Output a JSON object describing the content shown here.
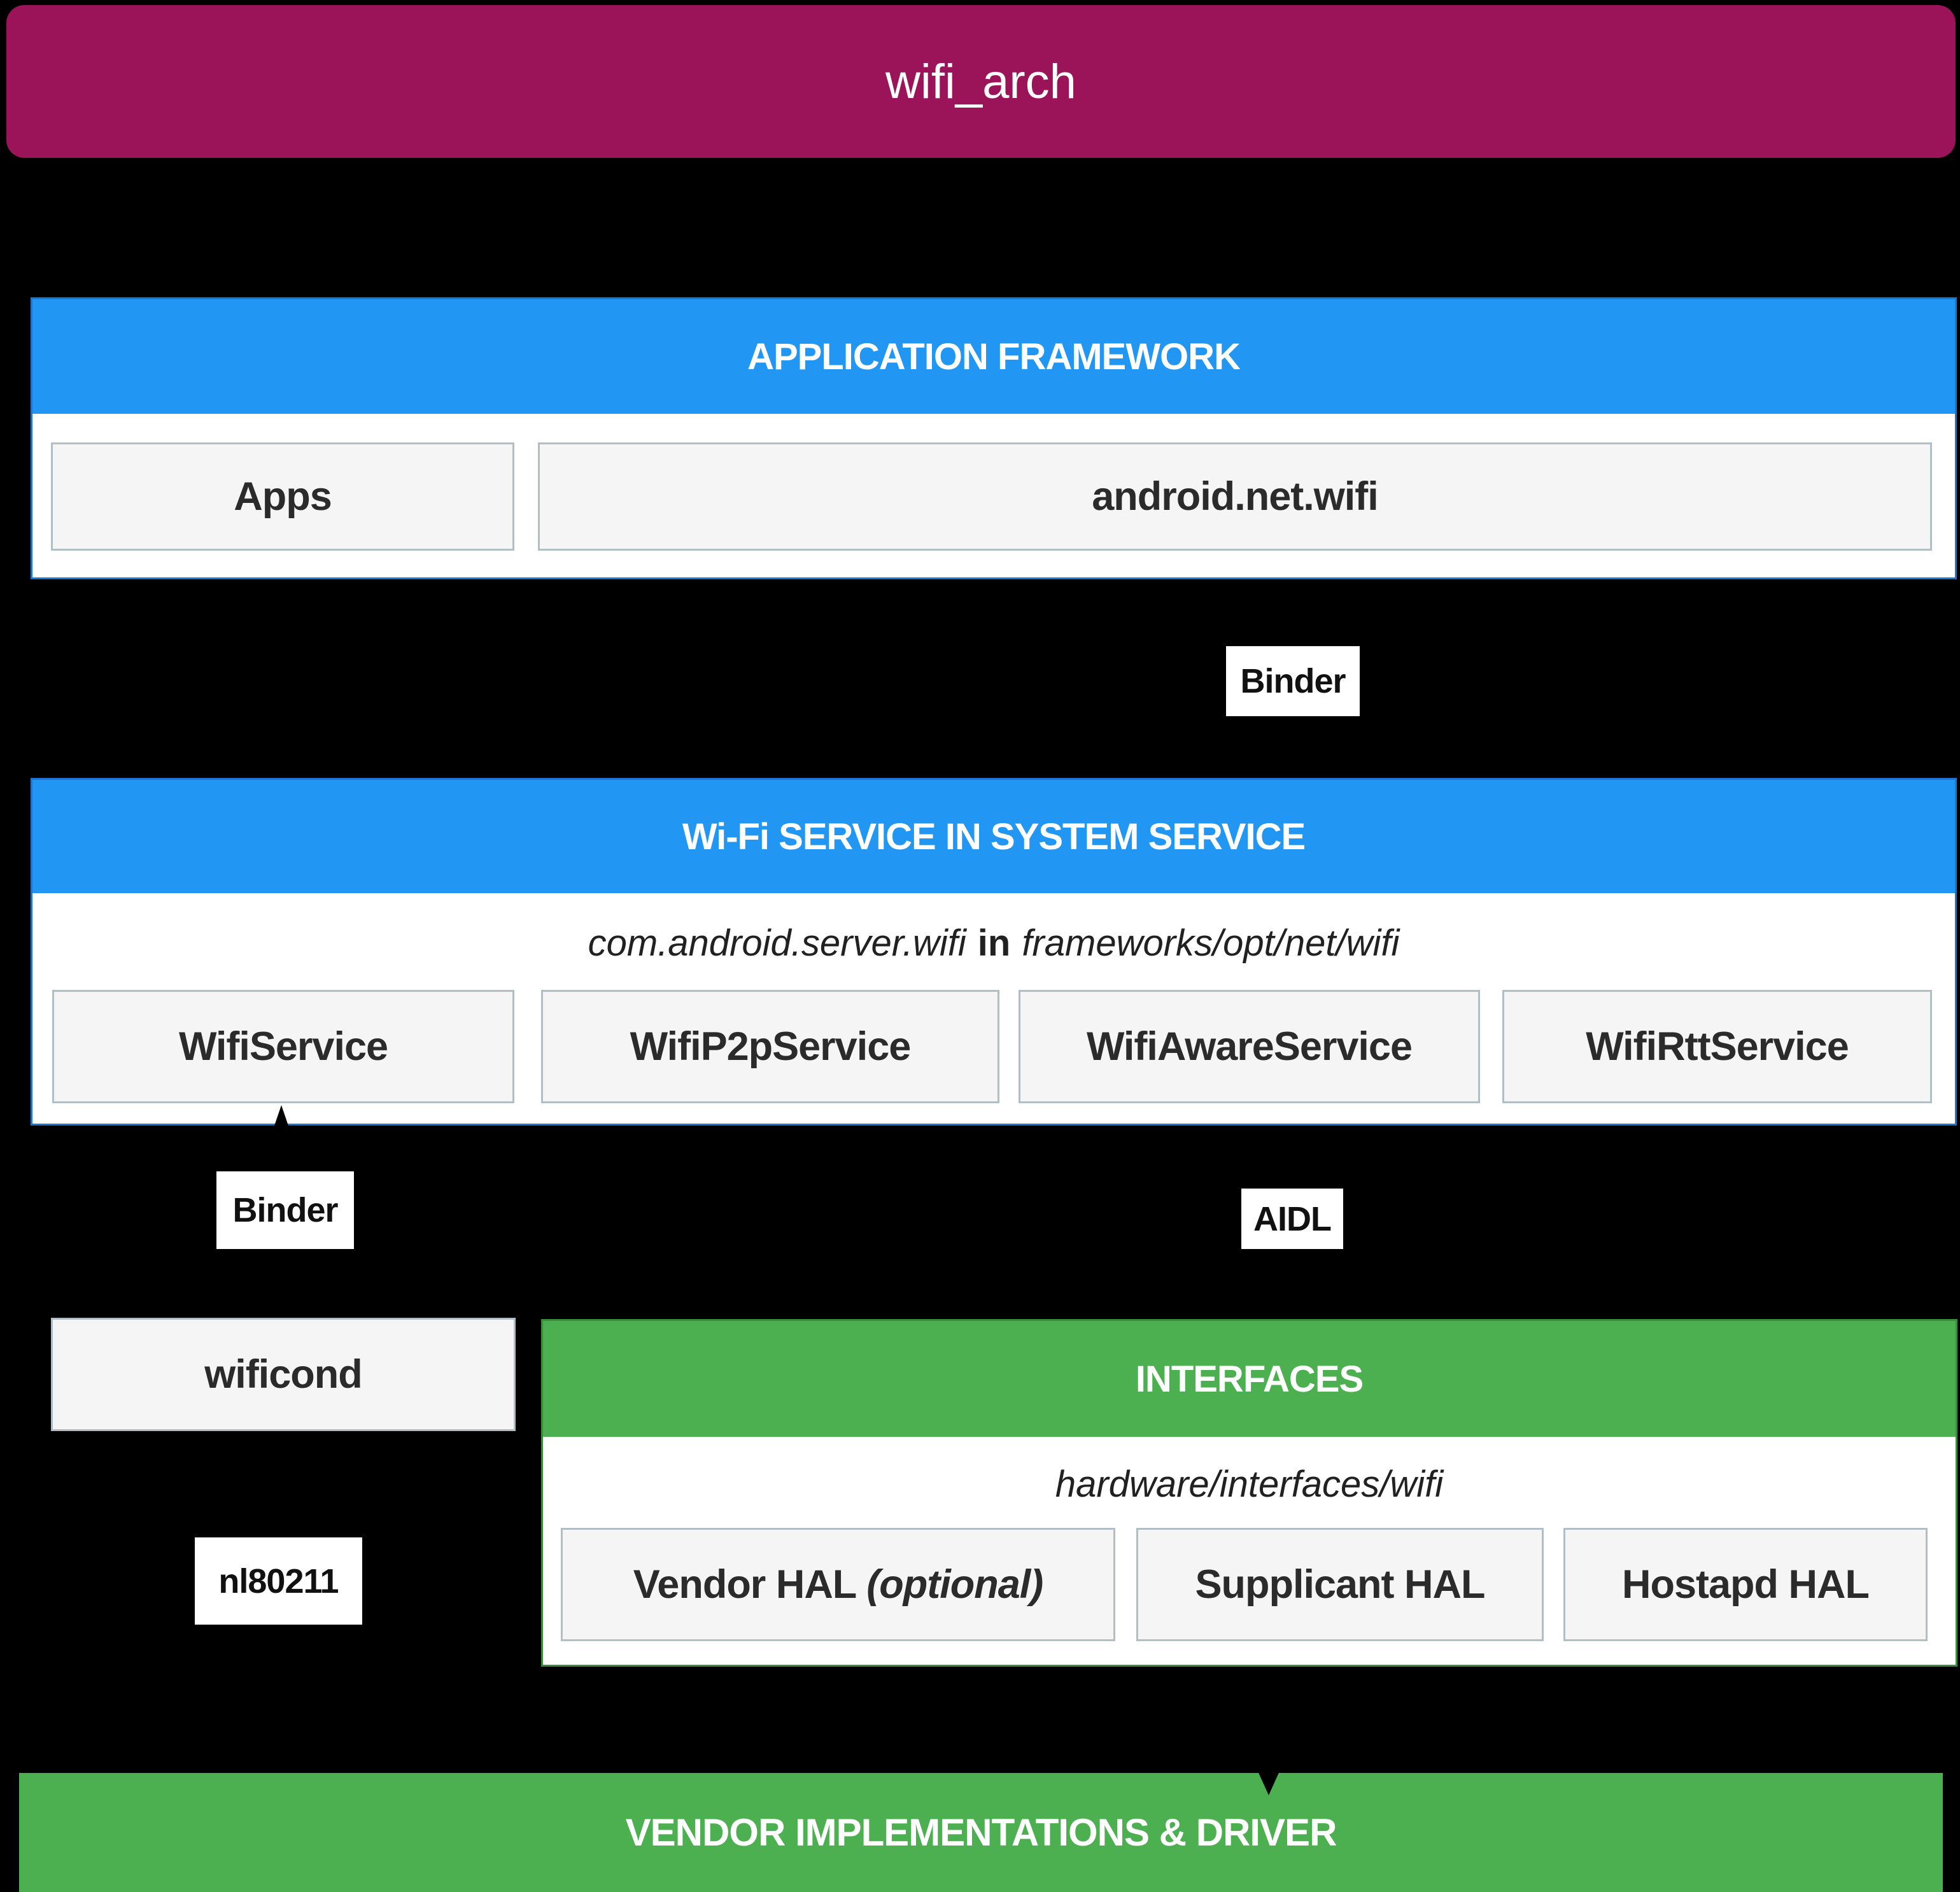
{
  "title": "wifi_arch",
  "colors": {
    "background": "#000000",
    "banner": "#9B145A",
    "blue_header": "#2196F3",
    "blue_border": "#1976D2",
    "green_header": "#4CAF50",
    "green_border": "#388E3C",
    "box_fill": "#F5F5F5",
    "box_border": "#B0BEC5"
  },
  "sections": {
    "application_framework": {
      "header": "APPLICATION FRAMEWORK",
      "boxes": [
        "Apps",
        "android.net.wifi"
      ]
    },
    "wifi_service": {
      "header": "Wi-Fi SERVICE IN SYSTEM SERVICE",
      "path_prefix": "com.android.server.wifi",
      "path_conj": "in",
      "path_suffix": "frameworks/opt/net/wifi",
      "boxes": [
        "WifiService",
        "WifiP2pService",
        "WifiAwareService",
        "WifiRttService"
      ]
    },
    "interfaces": {
      "header": "INTERFACES",
      "path": "hardware/interfaces/wifi",
      "boxes": [
        "Vendor HAL",
        "Supplicant HAL",
        "Hostapd HAL"
      ],
      "vendor_hal_suffix": "(optional)"
    },
    "vendor_bar": {
      "header": "VENDOR IMPLEMENTATIONS & DRIVER"
    }
  },
  "labels": {
    "binder_top": "Binder",
    "binder_left": "Binder",
    "aidl": "AIDL",
    "wificond": "wificond",
    "nl80211": "nl80211"
  }
}
